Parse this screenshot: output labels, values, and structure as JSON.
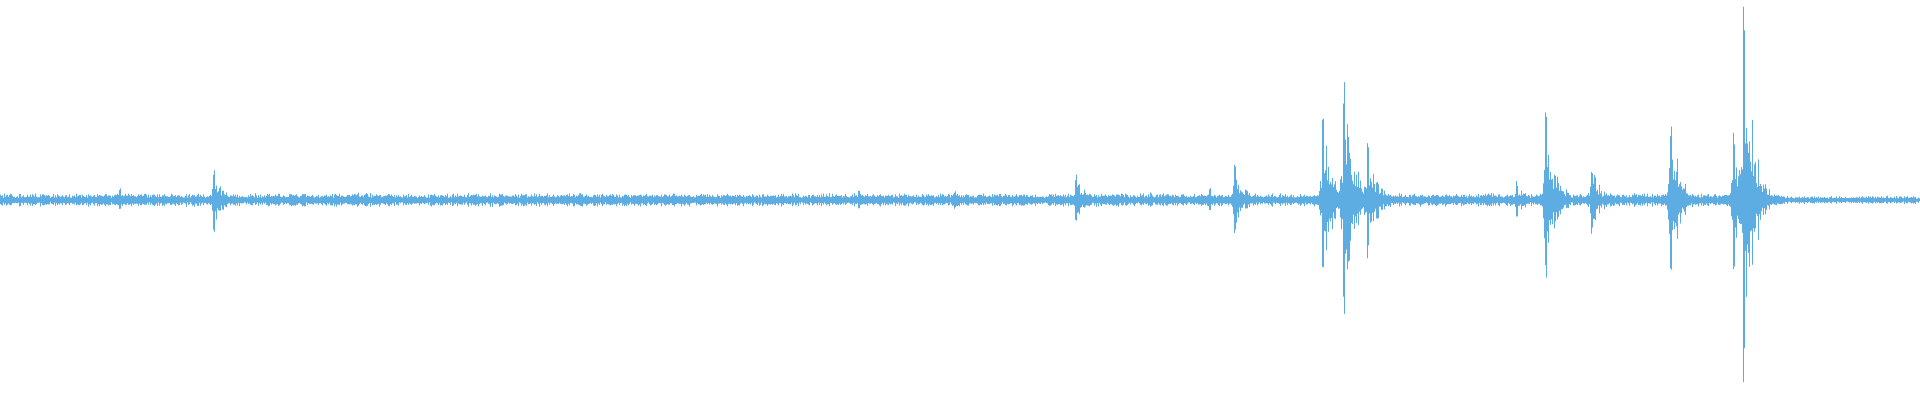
{
  "waveform": {
    "color": "#5dade2",
    "baseline_amplitude": 0.025,
    "bursts": [
      {
        "pos": 0.062,
        "amp": 0.06
      },
      {
        "pos": 0.111,
        "amp": 0.16
      },
      {
        "pos": 0.186,
        "amp": 0.04
      },
      {
        "pos": 0.447,
        "amp": 0.05
      },
      {
        "pos": 0.497,
        "amp": 0.05
      },
      {
        "pos": 0.56,
        "amp": 0.14
      },
      {
        "pos": 0.599,
        "amp": 0.04
      },
      {
        "pos": 0.63,
        "amp": 0.06
      },
      {
        "pos": 0.643,
        "amp": 0.18
      },
      {
        "pos": 0.689,
        "amp": 0.45
      },
      {
        "pos": 0.7,
        "amp": 0.63
      },
      {
        "pos": 0.712,
        "amp": 0.3
      },
      {
        "pos": 0.79,
        "amp": 0.1
      },
      {
        "pos": 0.805,
        "amp": 0.44
      },
      {
        "pos": 0.829,
        "amp": 0.18
      },
      {
        "pos": 0.87,
        "amp": 0.43
      },
      {
        "pos": 0.903,
        "amp": 0.35
      },
      {
        "pos": 0.908,
        "amp": 0.97
      }
    ]
  }
}
